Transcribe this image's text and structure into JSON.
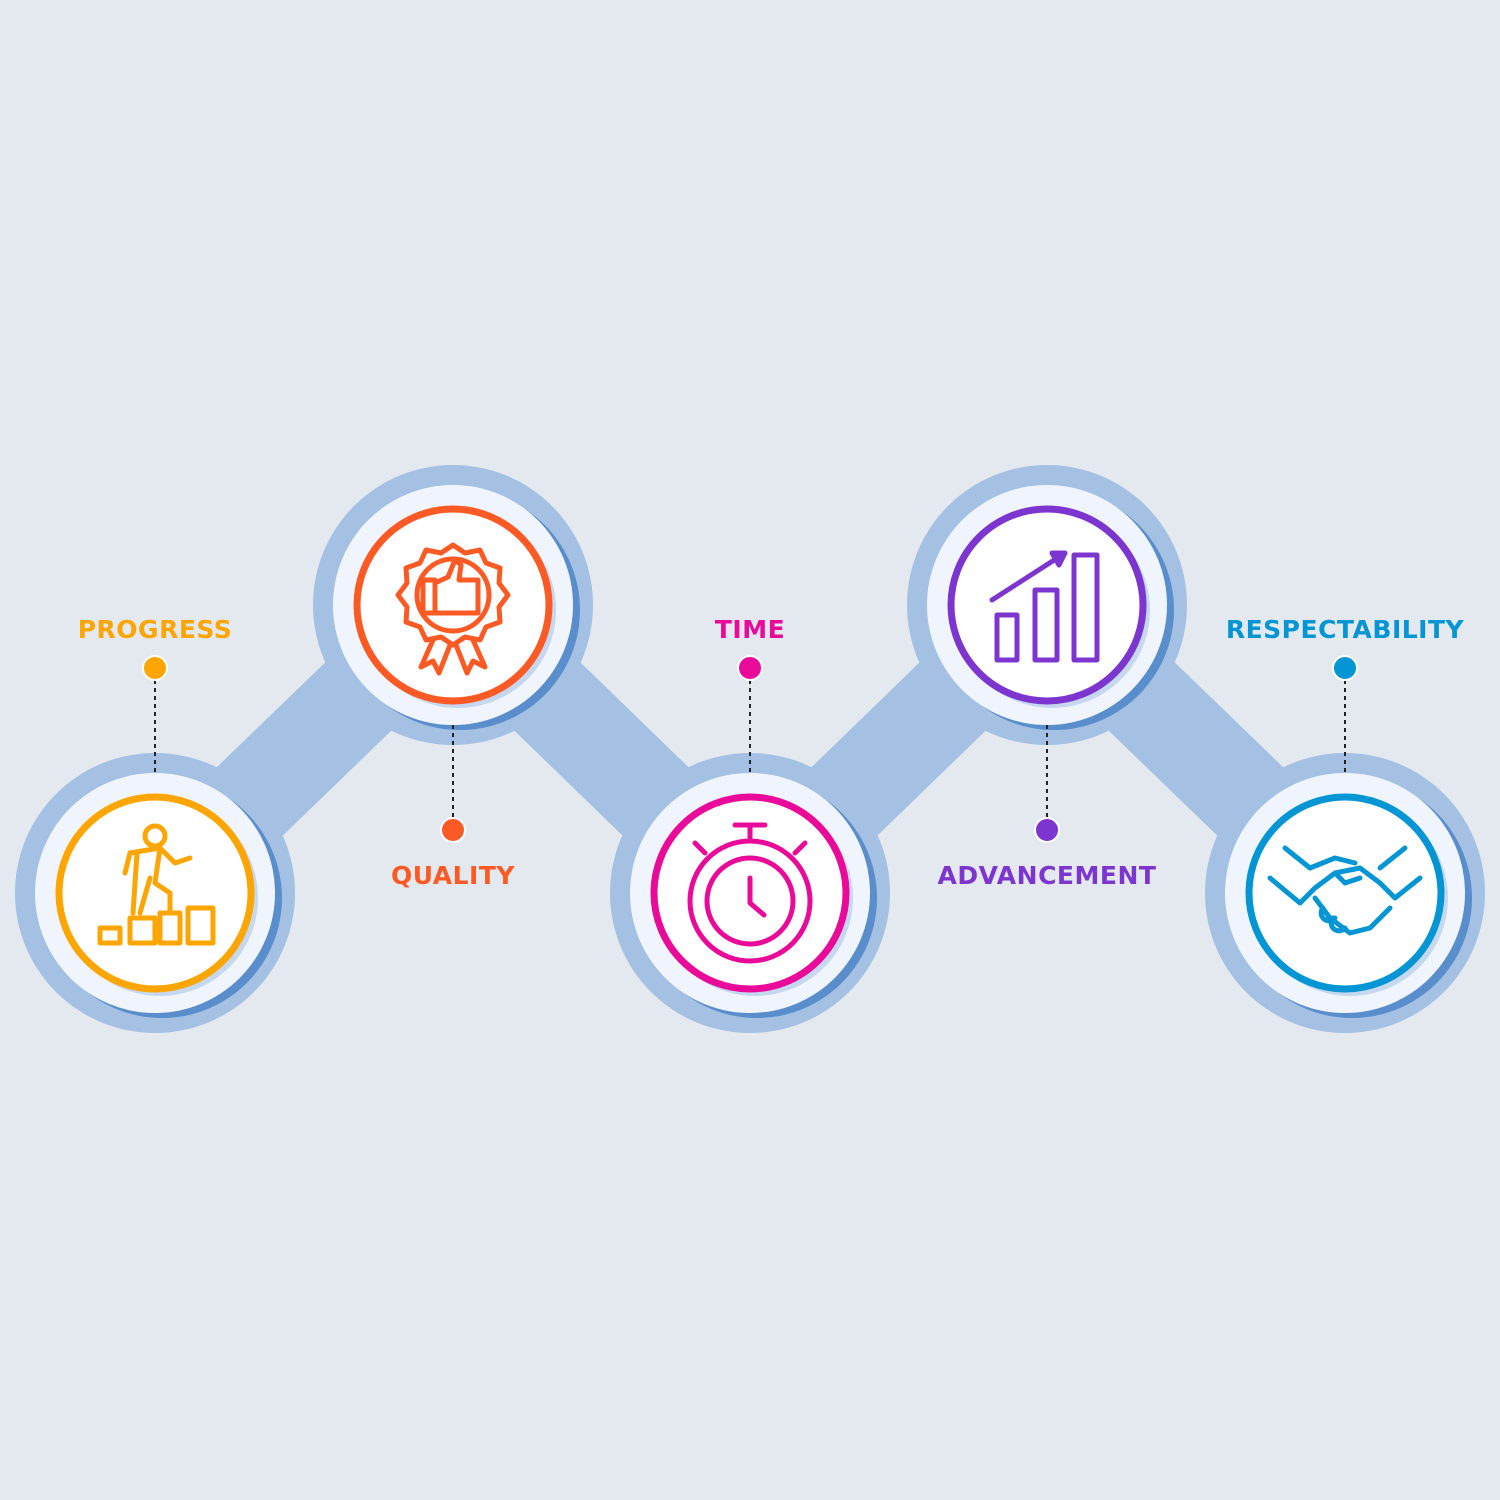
{
  "steps": [
    {
      "label": "PROGRESS",
      "color": "#fda502",
      "icon": "stairs-climber-icon"
    },
    {
      "label": "QUALITY",
      "color": "#fc5a24",
      "icon": "quality-badge-thumbs-up-icon"
    },
    {
      "label": "TIME",
      "color": "#ea0a9a",
      "icon": "stopwatch-icon"
    },
    {
      "label": "ADVANCEMENT",
      "color": "#7d35cf",
      "icon": "bar-chart-growth-icon"
    },
    {
      "label": "RESPECTABILITY",
      "color": "#0496d4",
      "icon": "handshake-icon"
    }
  ],
  "connector_color": "#a4c0e2",
  "shadow_color": "#5a8dcc"
}
